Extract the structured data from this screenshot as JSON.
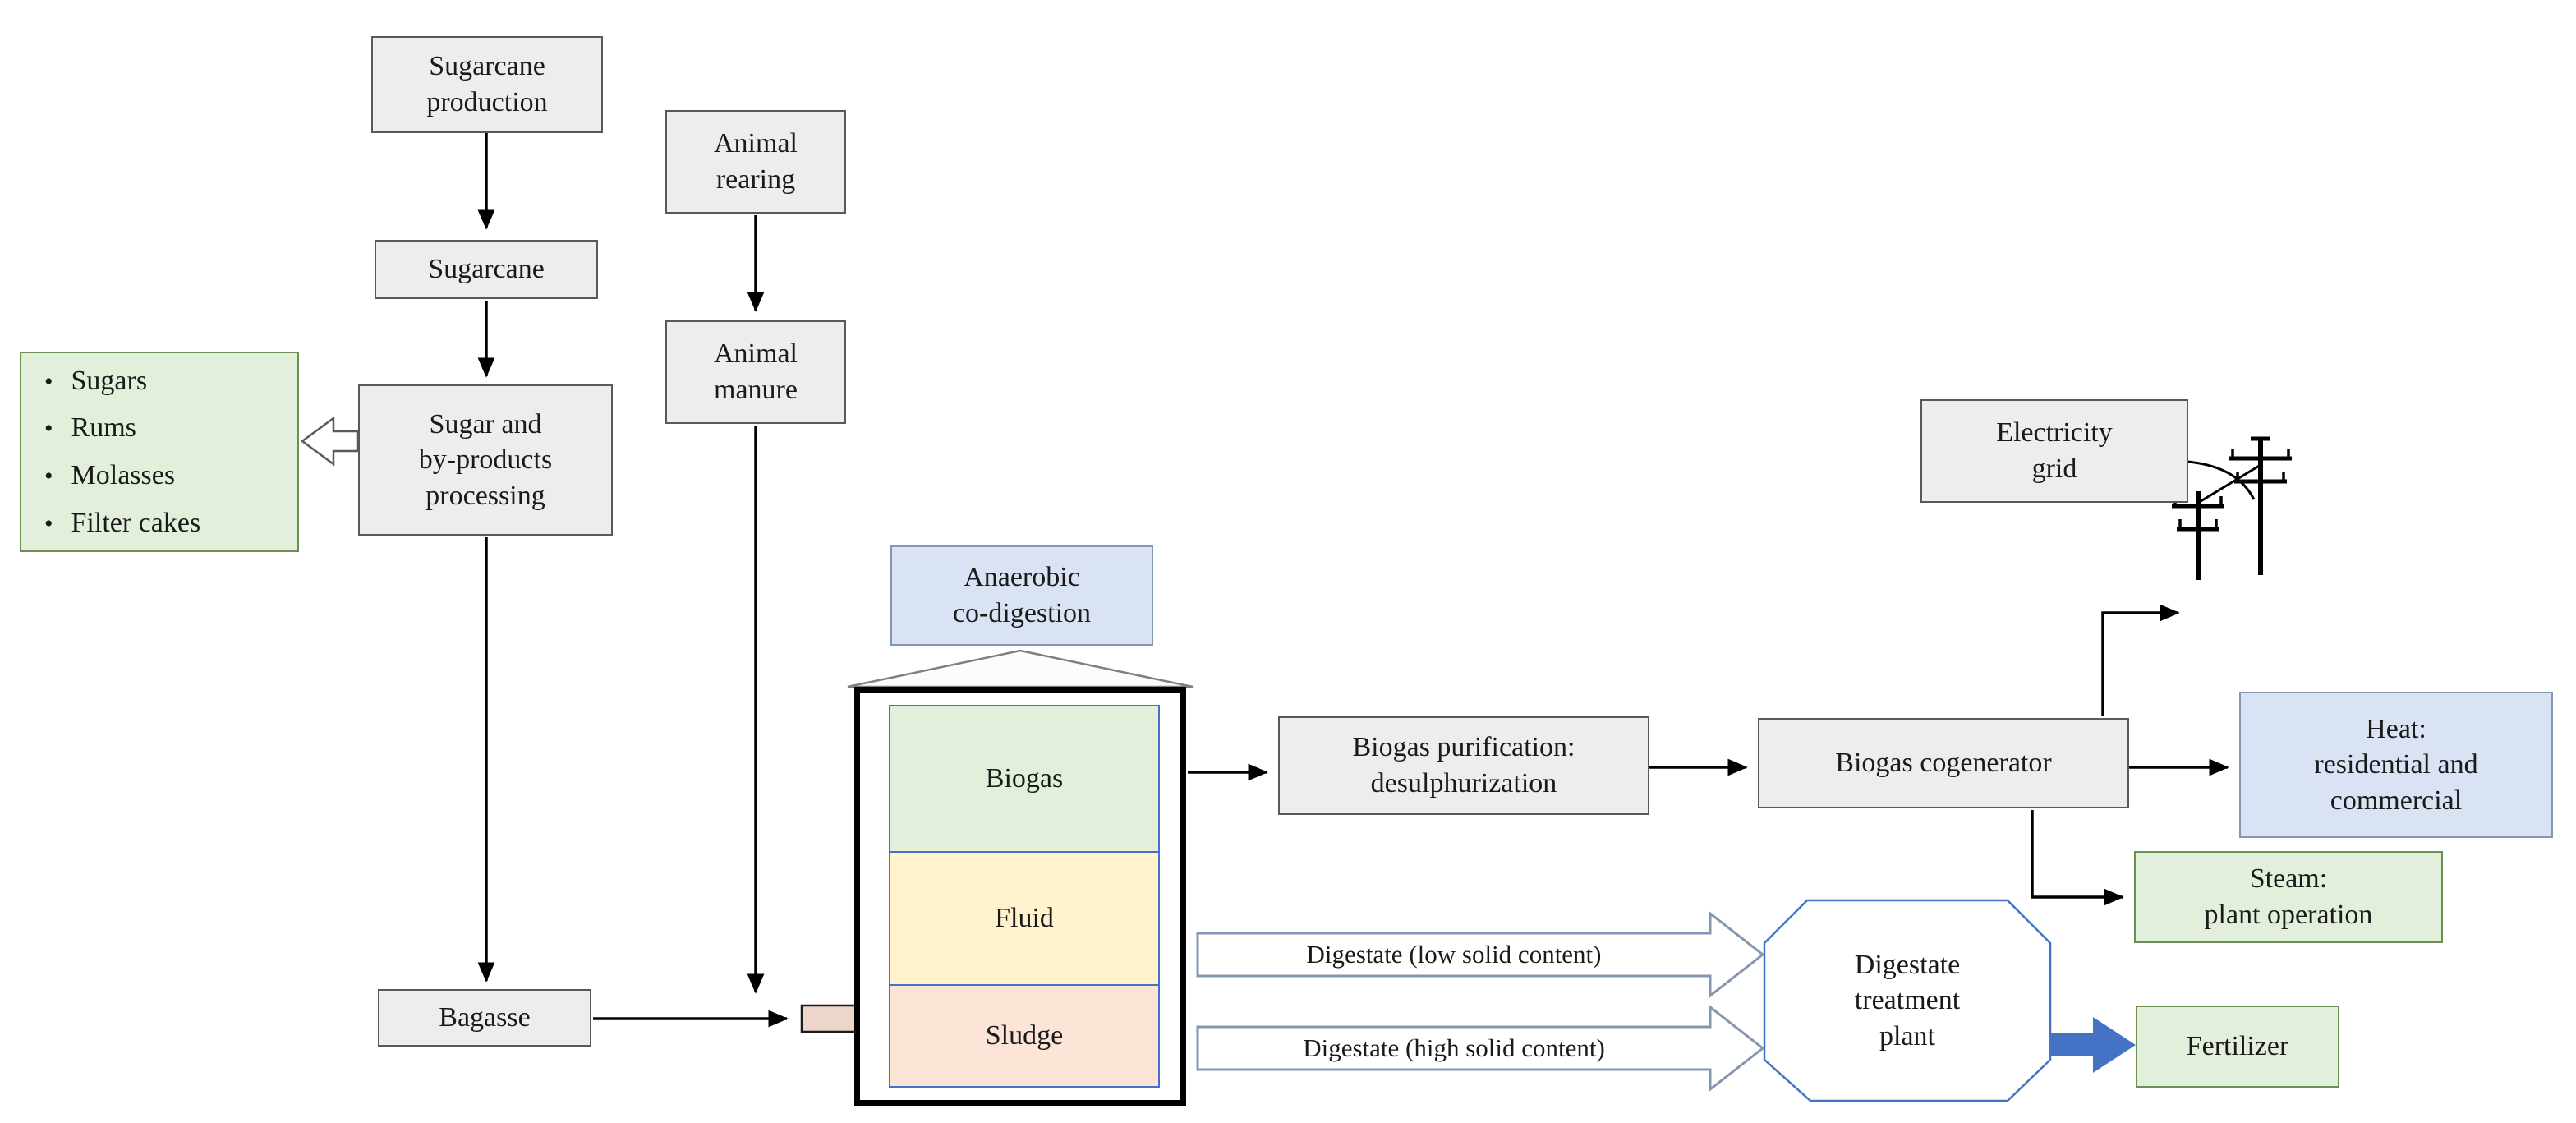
{
  "colors": {
    "box_gray_fill": "#ededed",
    "box_gray_border": "#595959",
    "box_green_fill": "#e2efda",
    "box_green_border": "#6c8f53",
    "box_blue_fill": "#dae3f3",
    "box_blue_border": "#8496b0",
    "digester_biogas_fill": "#e2efda",
    "digester_fluid_fill": "#fff2cc",
    "digester_sludge_fill": "#fce4d6",
    "digester_segment_border": "#4472c4",
    "flow_arrow_color": "#000000",
    "block_arrow_border": "#8496b0",
    "thick_arrow_blue": "#4472c4",
    "inlet_pipe_fill": "#ecd5c9"
  },
  "nodes": {
    "sugarcane_production": {
      "label": "Sugarcane\nproduction"
    },
    "sugarcane": {
      "label": "Sugarcane"
    },
    "sugar_processing": {
      "label": "Sugar and\nby-products\nprocessing"
    },
    "byproducts": {
      "items": [
        "Sugars",
        "Rums",
        "Molasses",
        "Filter cakes"
      ]
    },
    "bagasse": {
      "label": "Bagasse"
    },
    "animal_rearing": {
      "label": "Animal\nrearing"
    },
    "animal_manure": {
      "label": "Animal\nmanure"
    },
    "anaerobic_codigestion": {
      "label": "Anaerobic\nco-digestion"
    },
    "digester": {
      "biogas": "Biogas",
      "fluid": "Fluid",
      "sludge": "Sludge"
    },
    "purification": {
      "label": "Biogas purification:\ndesulphurization"
    },
    "cogenerator": {
      "label": "Biogas cogenerator"
    },
    "electricity_grid": {
      "label": "Electricity\ngrid"
    },
    "heat": {
      "label": "Heat:\nresidential and\ncommercial"
    },
    "steam": {
      "label": "Steam:\nplant operation"
    },
    "digestate_low": {
      "label": "Digestate (low solid content)"
    },
    "digestate_high": {
      "label": "Digestate (high solid content)"
    },
    "digestate_treatment": {
      "label": "Digestate\ntreatment\nplant"
    },
    "fertilizer": {
      "label": "Fertilizer"
    }
  }
}
